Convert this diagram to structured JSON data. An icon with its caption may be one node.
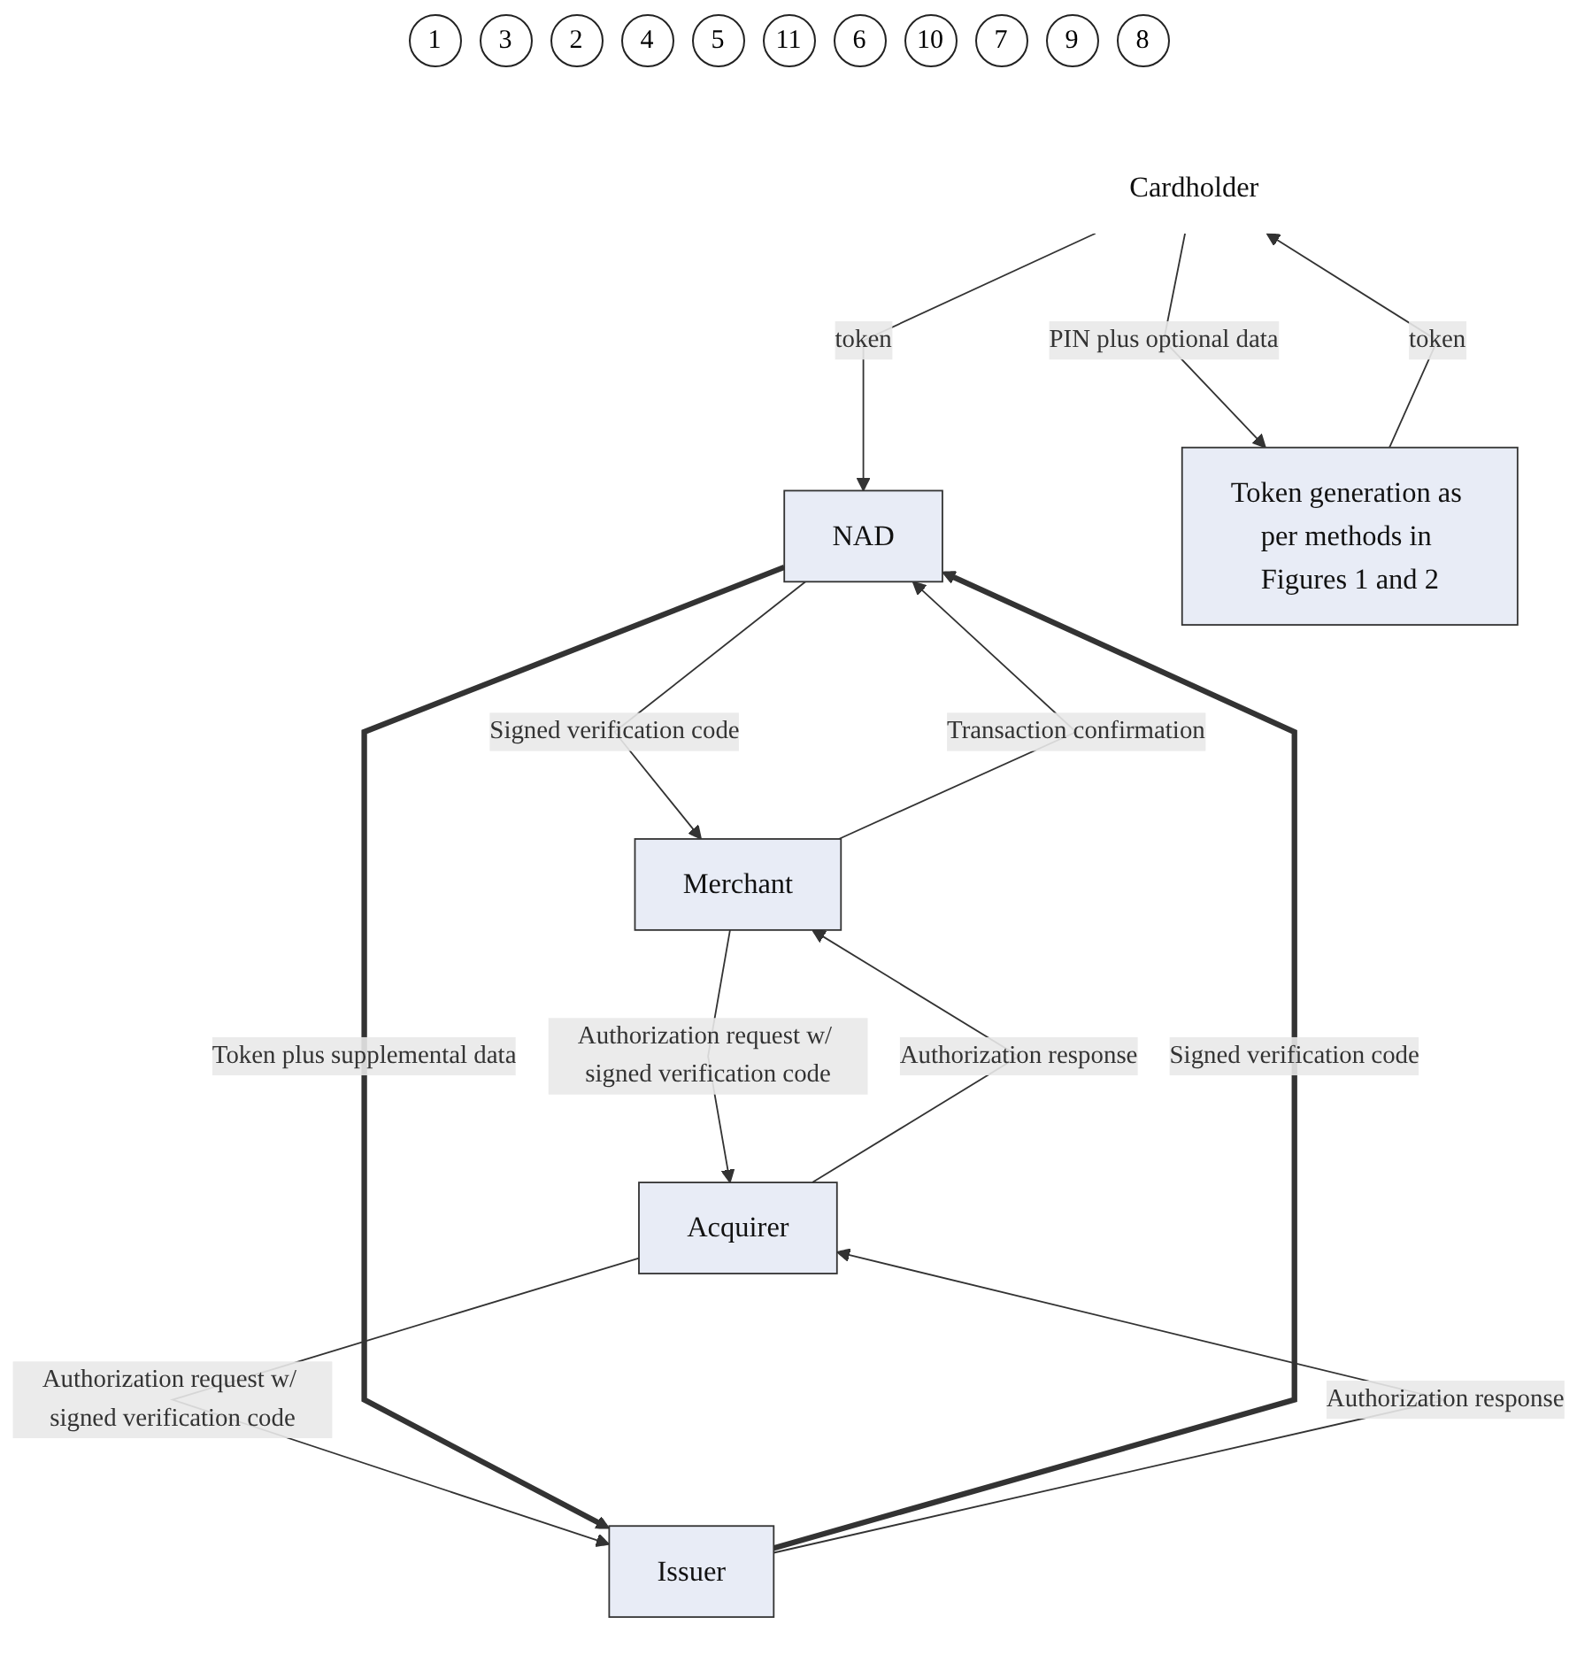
{
  "diagram": {
    "nodes": [
      {
        "text": [
          "Cardholder"
        ]
      },
      {
        "text": [
          "Token generation as per methods in Figures 1 and 2"
        ]
      },
      {
        "text": [
          "NAD"
        ]
      },
      {
        "text": [
          "Merchant"
        ]
      },
      {
        "text": [
          "Acquirer"
        ]
      },
      {
        "text": [
          "Issuer"
        ]
      }
    ],
    "edges": [
      {
        "from": 0,
        "to": 1,
        "arrow": "to",
        "label": "PIN plus optional data"
      },
      {
        "from": 1,
        "to": 0,
        "arrow": "to",
        "label": "token"
      },
      {
        "from": 0,
        "to": 2,
        "arrow": "to",
        "label": "token"
      },
      {
        "from": 2,
        "to": 3,
        "arrow": "to",
        "label": "Signed verification code"
      },
      {
        "from": 3,
        "to": 4,
        "arrow": "to",
        "label": "Authorization request w/ signed verification code"
      },
      {
        "from": 4,
        "to": 5,
        "arrow": "to",
        "label": "Authorization request w/ signed verification code"
      },
      {
        "from": 2,
        "to": 5,
        "arrow": "to",
        "label": "Token plus supplemental data",
        "style": "thick"
      },
      {
        "from": 5,
        "to": 2,
        "arrow": "to",
        "label": "Signed verification code",
        "style": "thick"
      },
      {
        "from": 5,
        "to": 4,
        "arrow": "to",
        "label": "Authorization response"
      },
      {
        "from": 4,
        "to": 3,
        "arrow": "to",
        "label": "Authorization response"
      },
      {
        "from": 3,
        "to": 2,
        "arrow": "to",
        "label": "Transaction confirmation"
      }
    ],
    "labels": [
      "1",
      "3",
      "2",
      "4",
      "5",
      "11",
      "6",
      "10",
      "7",
      "9",
      "8"
    ]
  }
}
